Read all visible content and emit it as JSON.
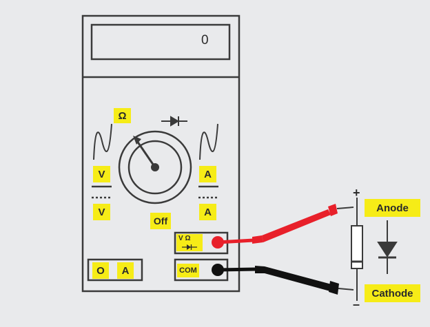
{
  "display": {
    "reading": "0"
  },
  "dial": {
    "ohm": "Ω",
    "volts_ac": "V",
    "volts_dc": "V",
    "amps_ac": "A",
    "amps_dc": "A",
    "off": "Off"
  },
  "jacks": {
    "v_ohm_label": "V  Ω",
    "com_label": "COM",
    "amp_pair": [
      "O",
      "A"
    ]
  },
  "circuit": {
    "plus": "+",
    "minus": "–",
    "anode": "Anode",
    "cathode": "Cathode"
  },
  "colors": {
    "outline": "#3a3a3a",
    "label_yellow": "#f6ec17",
    "red_probe": "#e8202a",
    "black_probe": "#111111",
    "background": "#e9eaec"
  },
  "icons": [
    "diode-symbol-icon",
    "ac-sine-icon",
    "dc-line-icon",
    "dial-pointer-icon",
    "resistor-icon"
  ]
}
